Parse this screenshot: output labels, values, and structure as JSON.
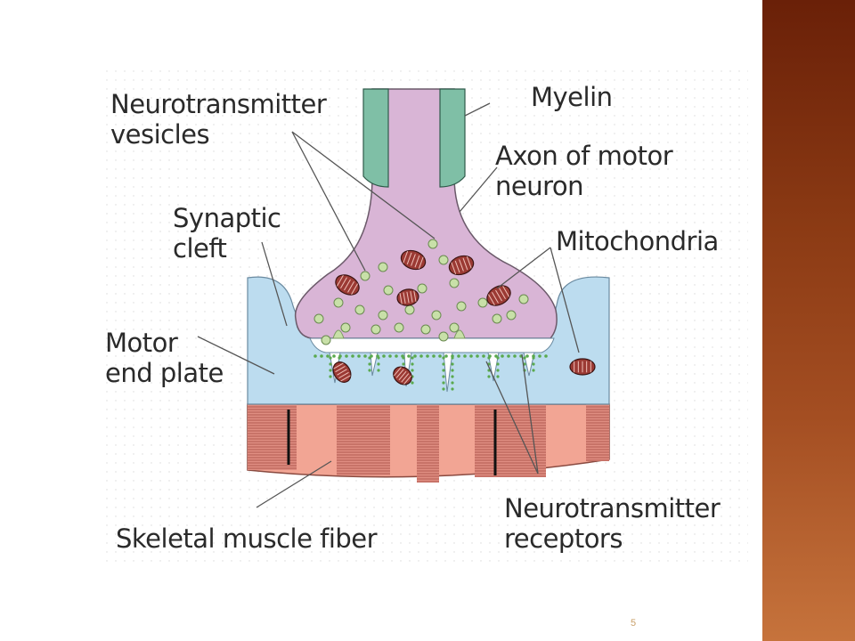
{
  "slide": {
    "page_number": "5",
    "band_color": "#8b3a14",
    "page_number_color": "#c9a06a"
  },
  "figure": {
    "labels": {
      "neurotransmitter_vesicles": [
        "Neurotransmitter",
        "vesicles"
      ],
      "myelin": "Myelin",
      "axon": [
        "Axon of motor",
        "neuron"
      ],
      "synaptic_cleft": [
        "Synaptic",
        "cleft"
      ],
      "mitochondria": "Mitochondria",
      "motor_end_plate": [
        "Motor",
        "end plate"
      ],
      "skeletal_muscle_fiber": "Skeletal muscle fiber",
      "neurotransmitter_receptors": [
        "Neurotransmitter",
        "receptors"
      ]
    },
    "colors": {
      "axon": "#d9b5d6",
      "myelin": "#7fbfa6",
      "end_plate": "#b9d9ee",
      "muscle": "#eaa094",
      "mitochondria": "#9b3a34",
      "vesicle": "#c8e0a8",
      "receptor": "#5aa94e"
    }
  }
}
